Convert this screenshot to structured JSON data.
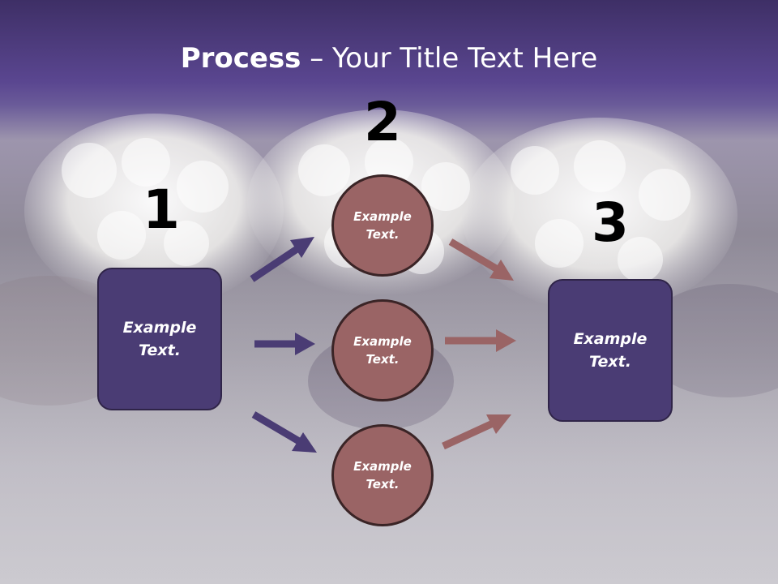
{
  "title": {
    "bold": "Process",
    "rest": " – Your Title Text Here"
  },
  "steps": {
    "one": {
      "number": "1",
      "text": "Example Text."
    },
    "two": {
      "number": "2",
      "texts": [
        "Example Text.",
        "Example Text.",
        "Example Text."
      ]
    },
    "three": {
      "number": "3",
      "text": "Example Text."
    }
  },
  "colors": {
    "header": "#5a4690",
    "box_fill": "#4a3c74",
    "circle_fill": "#9a6465",
    "arrow_left": "#4a3c74",
    "arrow_right": "#9a6465"
  }
}
